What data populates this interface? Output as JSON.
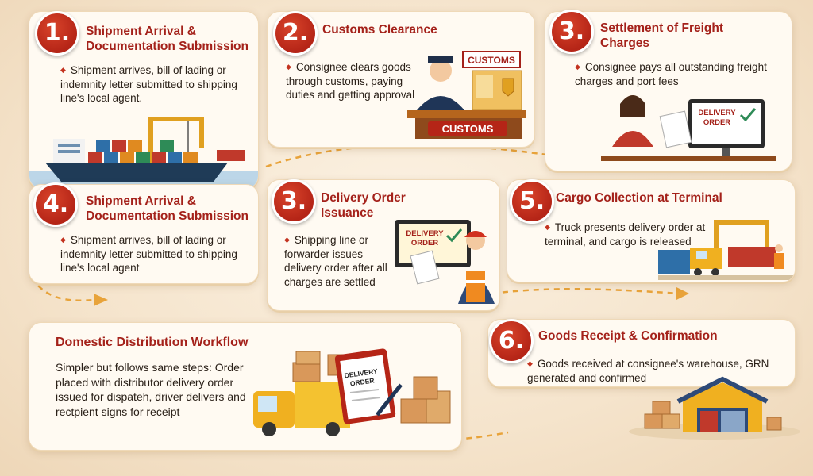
{
  "steps": [
    {
      "num": "1.",
      "title": "Shipment Arrival & Documentation Submission",
      "text": "Shipment arrives, bill of lading or indemnity letter submitted to shipping line's local agent."
    },
    {
      "num": "2.",
      "title": "Customs Clearance",
      "text": "Consignee clears goods through customs, paying duties and getting approval"
    },
    {
      "num": "3.",
      "title": "Settlement of Freight Charges",
      "text": "Consignee pays all outstanding freight charges and port fees"
    },
    {
      "num": "4.",
      "title": "Shipment Arrival & Documentation Submission",
      "text": "Shipment arrives, bill of lading or indemnity letter submitted to shipping line's local agent"
    },
    {
      "num": "3.",
      "title": "Delivery Order Issuance",
      "text": "Shipping line or forwarder issues delivery order after all charges are settled"
    },
    {
      "num": "5.",
      "title": "Cargo Collection at Terminal",
      "text": "Truck presents delivery order at terminal, and cargo is released"
    },
    {
      "num": "6.",
      "title": "Goods Receipt & Confirmation",
      "text": "Goods received at consignee's warehouse, GRN generated and confirmed"
    }
  ],
  "domestic": {
    "title": "Domestic Distribution Workflow",
    "text": "Simpler but follows same steps: Order placed with distributor delivery order issued for dispateh, driver delivers and rectpient signs for receipt"
  },
  "labels": {
    "customs_sign": "CUSTOMS",
    "customs_desk": "CUSTOMS",
    "delivery_order_1a": "DELIVERY",
    "delivery_order_1b": "ORDER",
    "delivery_order_2a": "DELIVERY",
    "delivery_order_2b": "ORDER",
    "delivery_order_3a": "DELIVERY",
    "delivery_order_3b": "ORDER"
  },
  "colors": {
    "accent": "#b52517",
    "title": "#a4211a",
    "arrow": "#e8a33a"
  }
}
